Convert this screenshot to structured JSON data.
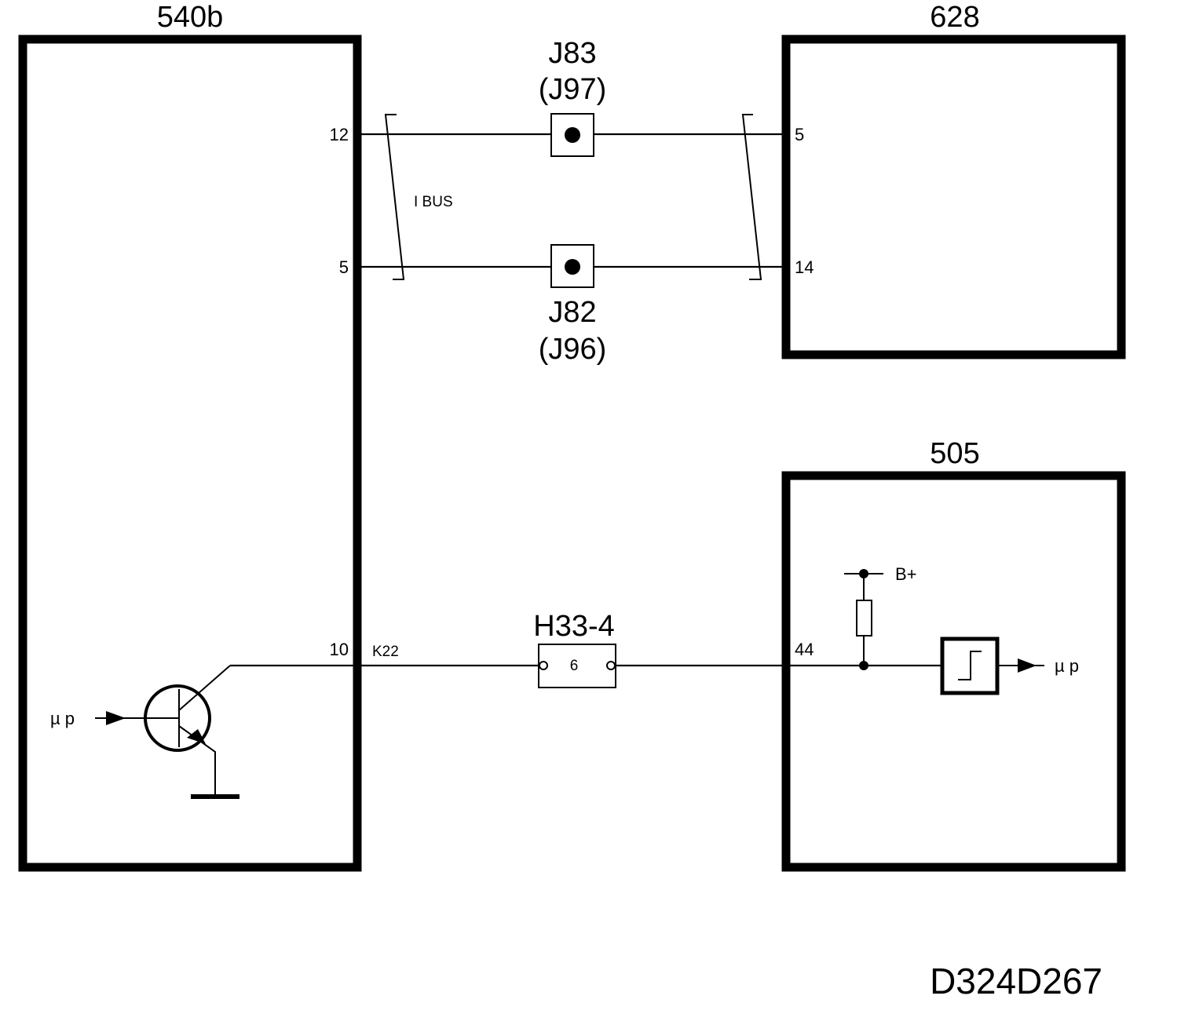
{
  "blocks": {
    "left_unit": "540b",
    "top_right_unit": "628",
    "bottom_right_unit": "505"
  },
  "connectors": {
    "top_connector": {
      "name": "J83",
      "alt": "(J97)"
    },
    "bottom_connector": {
      "name": "J82",
      "alt": "(J96)"
    },
    "harness_connector": {
      "name": "H33-4",
      "pin": "6"
    }
  },
  "pins": {
    "left_pin_a": "12",
    "left_pin_b": "5",
    "left_pin_c": "10",
    "right_top_pin_a": "5",
    "right_top_pin_b": "14",
    "right_bottom_pin": "44"
  },
  "labels": {
    "bus": "I BUS",
    "wire_id": "K22",
    "supply": "B+",
    "mp_in": "µ p",
    "mp_out": "µ p"
  },
  "document_id": "D324D267"
}
